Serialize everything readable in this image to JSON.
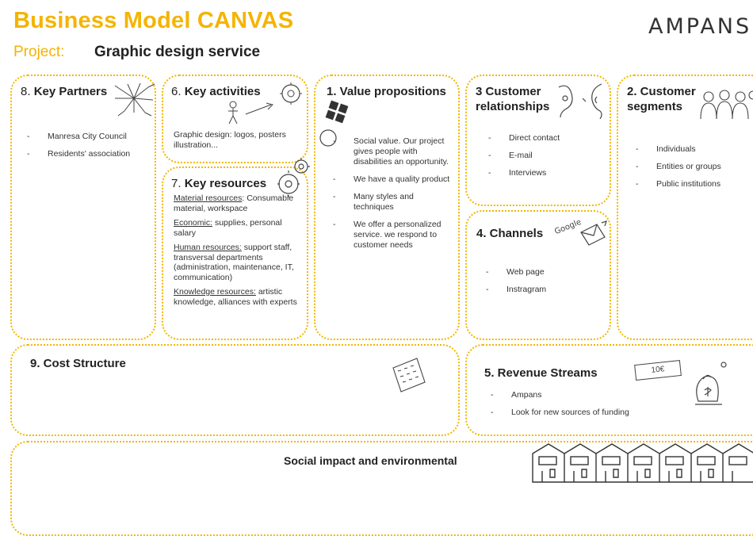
{
  "header": {
    "title": "Business Model CANVAS",
    "project_label": "Project:",
    "project_name": "Graphic design service",
    "logo_text": "AMPANS"
  },
  "key_partners": {
    "number": "8.",
    "title": "Key Partners",
    "items": [
      "Manresa City Council",
      "Residents' association"
    ]
  },
  "key_activities": {
    "number": "6.",
    "title": "Key activities",
    "text": "Graphic design: logos, posters illustration..."
  },
  "key_resources": {
    "number": "7.",
    "title": "Key resources",
    "entries": [
      {
        "label": "Material resources",
        "sep": ":",
        "text": " Consumable material, workspace"
      },
      {
        "label": "Economic:",
        "sep": "",
        "text": " supplies, personal salary"
      },
      {
        "label": "Human resources:",
        "sep": "",
        "text": " support staff, transversal departments (administration, maintenance, IT, communication)"
      },
      {
        "label": "Knowledge resources:",
        "sep": "",
        "text": " artistic knowledge, alliances with experts"
      }
    ]
  },
  "value_propositions": {
    "title": "1. Value propositions",
    "items": [
      "Social value. Our project gives people with disabilities an opportunity.",
      "We have a quality product",
      "Many styles and techniques",
      "We offer a personalized service. we respond to customer needs"
    ]
  },
  "customer_relationships": {
    "title_line1": "3 Customer",
    "title_line2": "relationships",
    "items": [
      "Direct contact",
      "E-mail",
      "Interviews"
    ]
  },
  "channels": {
    "title": "4. Channels",
    "items": [
      "Web page",
      "Instragram"
    ],
    "google_doodle": "Google"
  },
  "customer_segments": {
    "title_line1": "2. Customer",
    "title_line2": "segments",
    "items": [
      "Individuals",
      "Entities or groups",
      "Public institutions"
    ]
  },
  "cost_structure": {
    "title": "9. Cost Structure"
  },
  "revenue_streams": {
    "title": "5. Revenue Streams",
    "items": [
      "Ampans",
      "Look for new sources of funding"
    ],
    "banknote": "10€"
  },
  "social_impact": {
    "title": "Social impact and environmental"
  },
  "colors": {
    "accent": "#f4b400",
    "border": "#f0b800",
    "text": "#222222"
  }
}
